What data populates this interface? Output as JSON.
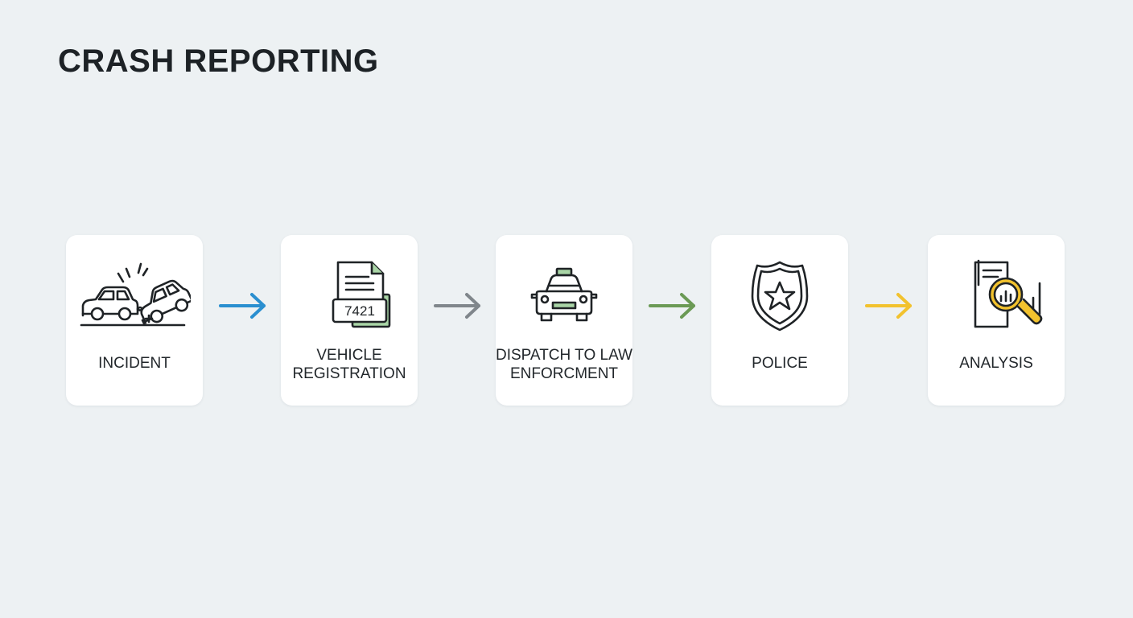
{
  "title": "CRASH REPORTING",
  "steps": [
    {
      "label": "INCIDENT",
      "icon": "car-crash-icon"
    },
    {
      "label": "VEHICLE\nREGISTRATION",
      "icon": "registration-document-icon",
      "plate": "7421"
    },
    {
      "label": "DISPATCH TO LAW\nENFORCMENT",
      "icon": "police-car-icon"
    },
    {
      "label": "POLICE",
      "icon": "police-badge-icon"
    },
    {
      "label": "ANALYSIS",
      "icon": "report-magnifier-icon"
    }
  ],
  "arrows": [
    {
      "color": "#2a8fd0"
    },
    {
      "color": "#80868b"
    },
    {
      "color": "#6b9a55"
    },
    {
      "color": "#f2c22e"
    }
  ],
  "colors": {
    "background": "#edf1f3",
    "card": "#ffffff",
    "icon_stroke": "#1f2326",
    "document_green": "#a9d5a6",
    "magnifier_yellow": "#f2c22e"
  }
}
